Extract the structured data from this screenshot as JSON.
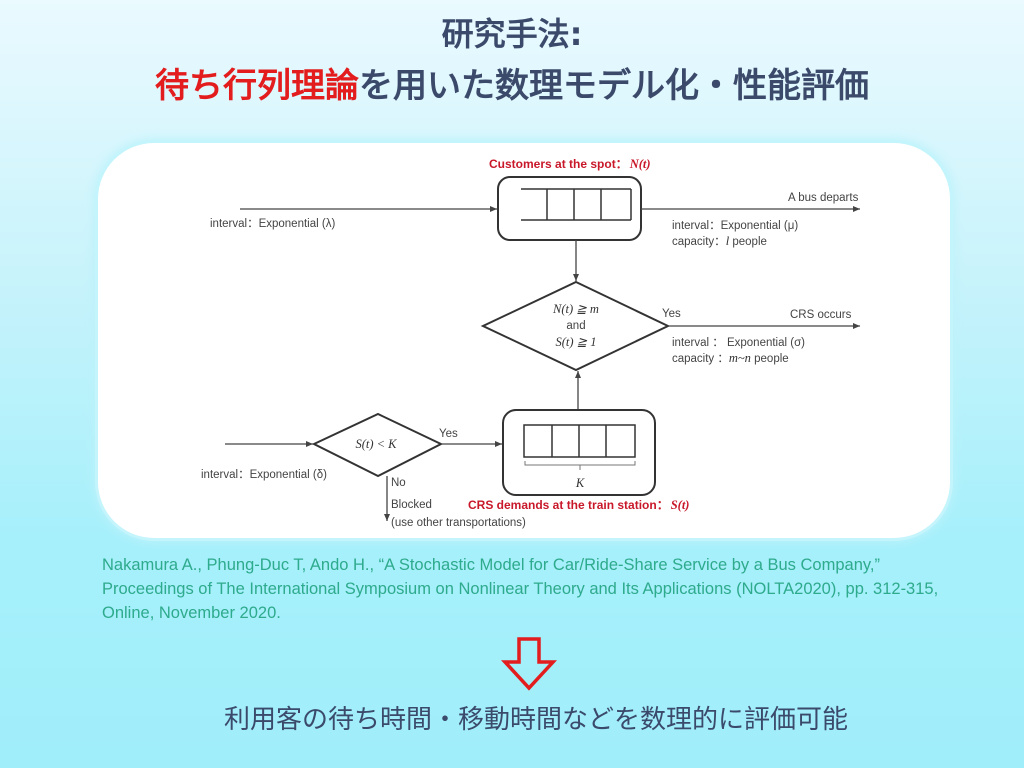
{
  "slide": {
    "title_line1": "研究手法:",
    "title_line2_highlight": "待ち行列理論",
    "title_line2_rest": "を用いた数理モデル化・性能評価",
    "highlight_color": "#e31d1d",
    "text_color": "#3b4a6b"
  },
  "diagram": {
    "top_queue_label": "Customers at the spot：",
    "top_queue_var": "N(t)",
    "arrival_top_label": "interval：Exponential (λ)",
    "bus_departs": "A bus departs",
    "bus_interval": "interval：Exponential (μ)",
    "bus_capacity_prefix": "capacity：",
    "bus_capacity_var": "l",
    "bus_capacity_suffix": " people",
    "decision1_line1": "N(t) ≧ m",
    "decision1_line2": "and",
    "decision1_line3": "S(t) ≧ 1",
    "decision1_yes": "Yes",
    "crs_occurs": "CRS occurs",
    "crs_interval": "interval ： Exponential (σ)",
    "crs_capacity_prefix": "capacity ：",
    "crs_capacity_var": "m~n",
    "crs_capacity_suffix": " people",
    "decision2_label": "S(t)  < K",
    "decision2_yes": "Yes",
    "decision2_no": "No",
    "arrival_bottom_label": "interval：Exponential (δ)",
    "blocked_line1": "Blocked",
    "blocked_line2": "(use other transportations)",
    "bottom_queue_capacity": "K",
    "bottom_queue_label": "CRS demands at the train station：",
    "bottom_queue_var": "S(t)"
  },
  "citation": {
    "text": "Nakamura A., Phung-Duc T, Ando H., “A Stochastic Model for Car/Ride-Share Service by a Bus Company,” Proceedings of The International Symposium on Nonlinear Theory and Its Applications (NOLTA2020), pp. 312-315, Online, November 2020.",
    "color": "#2eaa8c"
  },
  "conclusion": {
    "arrow_icon": "down-arrow-outline",
    "arrow_color": "#e31d1d",
    "text": "利用客の待ち時間・移動時間などを数理的に評価可能"
  }
}
